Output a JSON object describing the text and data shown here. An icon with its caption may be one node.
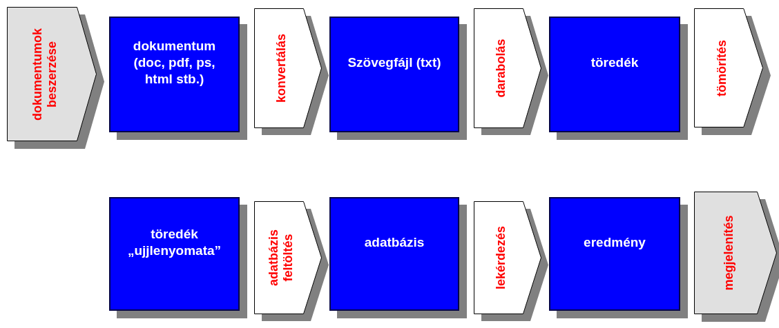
{
  "diagram": {
    "nodes": [
      {
        "text": [
          "dokumentumok beszerzése"
        ]
      },
      {
        "text": [
          "dokumentum (doc, pdf, ps, html stb.)"
        ]
      },
      {
        "text": [
          "Szövegfájl (txt)"
        ]
      },
      {
        "text": [
          "töredék"
        ]
      },
      {
        "text": [
          "tömörítés"
        ]
      },
      {
        "text": [
          "töredék „ujjlenyomata”"
        ]
      },
      {
        "text": [
          "adatbázis"
        ]
      },
      {
        "text": [
          "eredmény"
        ]
      },
      {
        "text": [
          "megjelenítés"
        ]
      }
    ],
    "edges": [
      {
        "from": 1,
        "to": 2,
        "arrow": "to",
        "label": "konvertálás"
      },
      {
        "from": 2,
        "to": 3,
        "arrow": "to",
        "label": "darabolás"
      },
      {
        "from": 5,
        "to": 6,
        "arrow": "to",
        "label": "adatbázis feltöltés"
      },
      {
        "from": 6,
        "to": 7,
        "arrow": "to",
        "label": "lekérdezés"
      }
    ]
  }
}
